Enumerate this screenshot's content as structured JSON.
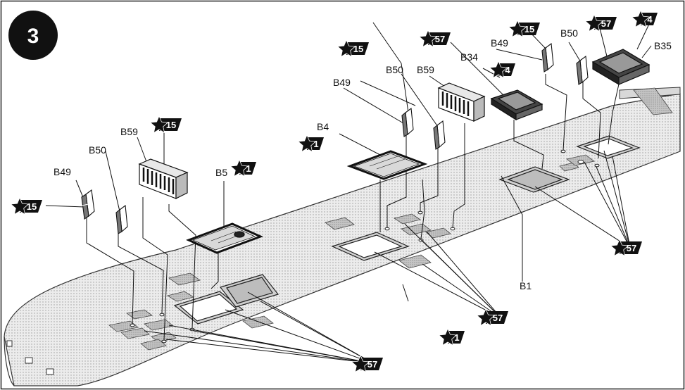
{
  "step_number": "3",
  "colors": {
    "ink": "#111111",
    "board_fill": "#e6e6e6",
    "pad_fill": "#bdbdbd",
    "badge": "#111111"
  },
  "labels": {
    "b49_a": "B49",
    "b50_a": "B50",
    "b59_a": "B59",
    "b5": "B5",
    "b4": "B4",
    "b49_b": "B49",
    "b50_b": "B50",
    "b59_b": "B59",
    "b34": "B34",
    "b49_c": "B49",
    "b50_c": "B50",
    "b35": "B35",
    "b1": "B1"
  },
  "badges": {
    "q15_left": "15",
    "q15_mid": "15",
    "q1_b5": "1",
    "q15_b4": "15",
    "q1_b4": "1",
    "q57_b34": "57",
    "q4_b34": "4",
    "q15_right": "15",
    "q57_b35": "57",
    "q4_b35": "4",
    "q57_right": "57",
    "q57_mid": "57",
    "q1_bottom": "1",
    "q57_left": "57"
  },
  "icons": {
    "star": "star-icon"
  }
}
